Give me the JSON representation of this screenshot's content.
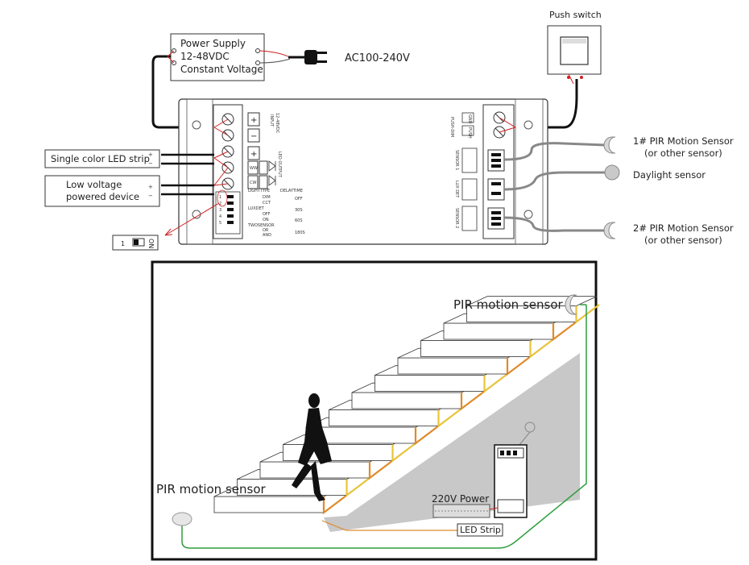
{
  "power_supply": {
    "line1": "Power Supply",
    "line2": "12-48VDC",
    "line3": "Constant Voltage"
  },
  "mains": "AC100-240V",
  "push_switch": "Push switch",
  "loads": {
    "strip": "Single color LED strip",
    "device_line1": "Low voltage",
    "device_line2": "powered device"
  },
  "sensors": {
    "pir1_line1": "1# PIR Motion Sensor",
    "pir1_line2": "(or other sensor)",
    "daylight": "Daylight sensor",
    "pir2_line1": "2# PIR Motion Sensor",
    "pir2_line2": "(or other sensor)"
  },
  "controller": {
    "input": "INPUT",
    "input_range": "12-48VDC",
    "led_output": "LED OUTPUT",
    "push_dim": "PUSH-DIM",
    "gnd": "GND",
    "push": "PUSH",
    "sensor1": "SENSOR 1",
    "lux_det": "LUX DET",
    "sensor2": "SENSOR 2",
    "ww": "WW",
    "cw": "CW",
    "dip": {
      "lighttype": "LIGHTTYPE",
      "dim": "DIM",
      "cct": "CCT",
      "luxdet": "LUXDET",
      "off": "OFF",
      "on": "ON",
      "twosensor": "TWOSENSOR",
      "or": "OR",
      "and": "AND",
      "delaytime": "DELAYTIME",
      "t_off": "OFF",
      "t30": "30S",
      "t60": "60S",
      "t180": "180S",
      "nums": [
        "1",
        "2",
        "3",
        "4",
        "5"
      ]
    },
    "switch_on": "ON",
    "switch_one": "1"
  },
  "stair": {
    "pir_top": "PIR motion sensor",
    "pir_bottom": "PIR motion sensor",
    "power": "220V Power",
    "strip": "LED Strip"
  },
  "colors": {
    "wire": "#1a1a1a",
    "sensor_wire": "#808080",
    "green": "#2e9e3e",
    "yellow": "#e8c33a",
    "orange": "#e08a2a",
    "red": "#d22020"
  }
}
